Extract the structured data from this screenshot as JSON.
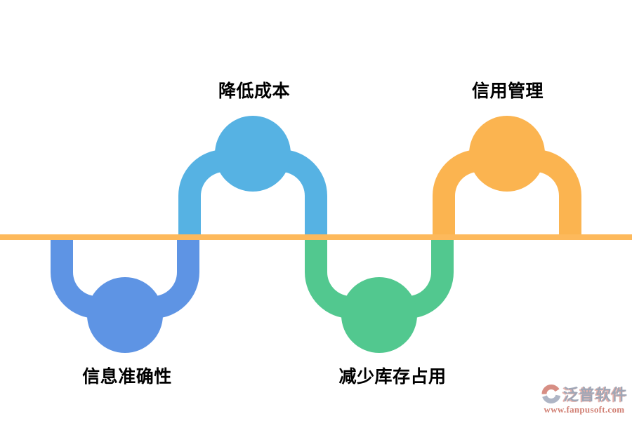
{
  "diagram": {
    "type": "wave-infographic",
    "baseline_color": "#FDB95C",
    "items": [
      {
        "label": "信息准确性",
        "position": "bottom",
        "color": "#5E94E4"
      },
      {
        "label": "降低成本",
        "position": "top",
        "color": "#56B2E3"
      },
      {
        "label": "减少库存占用",
        "position": "bottom",
        "color": "#52C88F"
      },
      {
        "label": "信用管理",
        "position": "top",
        "color": "#FBB450"
      }
    ]
  },
  "watermark": {
    "brand": "泛普软件",
    "url": "www.fanpusoft.com",
    "icon": "fanpu-logo-icon",
    "accent_color": "#CD7265",
    "gray_color": "#9AA2B6"
  }
}
